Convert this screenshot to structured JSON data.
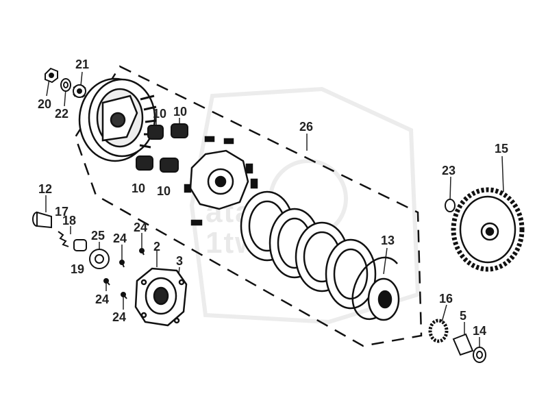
{
  "watermark": {
    "line1": "atan",
    "line2": "1twinkel"
  },
  "labels": [
    {
      "id": "20",
      "text": "20"
    },
    {
      "id": "22",
      "text": "22"
    },
    {
      "id": "21",
      "text": "21"
    },
    {
      "id": "10a",
      "text": "10"
    },
    {
      "id": "10b",
      "text": "10"
    },
    {
      "id": "10c",
      "text": "10"
    },
    {
      "id": "10d",
      "text": "10"
    },
    {
      "id": "26",
      "text": "26"
    },
    {
      "id": "15",
      "text": "15"
    },
    {
      "id": "23",
      "text": "23"
    },
    {
      "id": "12",
      "text": "12"
    },
    {
      "id": "17",
      "text": "17"
    },
    {
      "id": "18",
      "text": "18"
    },
    {
      "id": "25",
      "text": "25"
    },
    {
      "id": "19",
      "text": "19"
    },
    {
      "id": "24a",
      "text": "24"
    },
    {
      "id": "24b",
      "text": "24"
    },
    {
      "id": "24c",
      "text": "24"
    },
    {
      "id": "24d",
      "text": "24"
    },
    {
      "id": "2",
      "text": "2"
    },
    {
      "id": "3",
      "text": "3"
    },
    {
      "id": "13",
      "text": "13"
    },
    {
      "id": "16",
      "text": "16"
    },
    {
      "id": "5",
      "text": "5"
    },
    {
      "id": "14",
      "text": "14"
    }
  ]
}
